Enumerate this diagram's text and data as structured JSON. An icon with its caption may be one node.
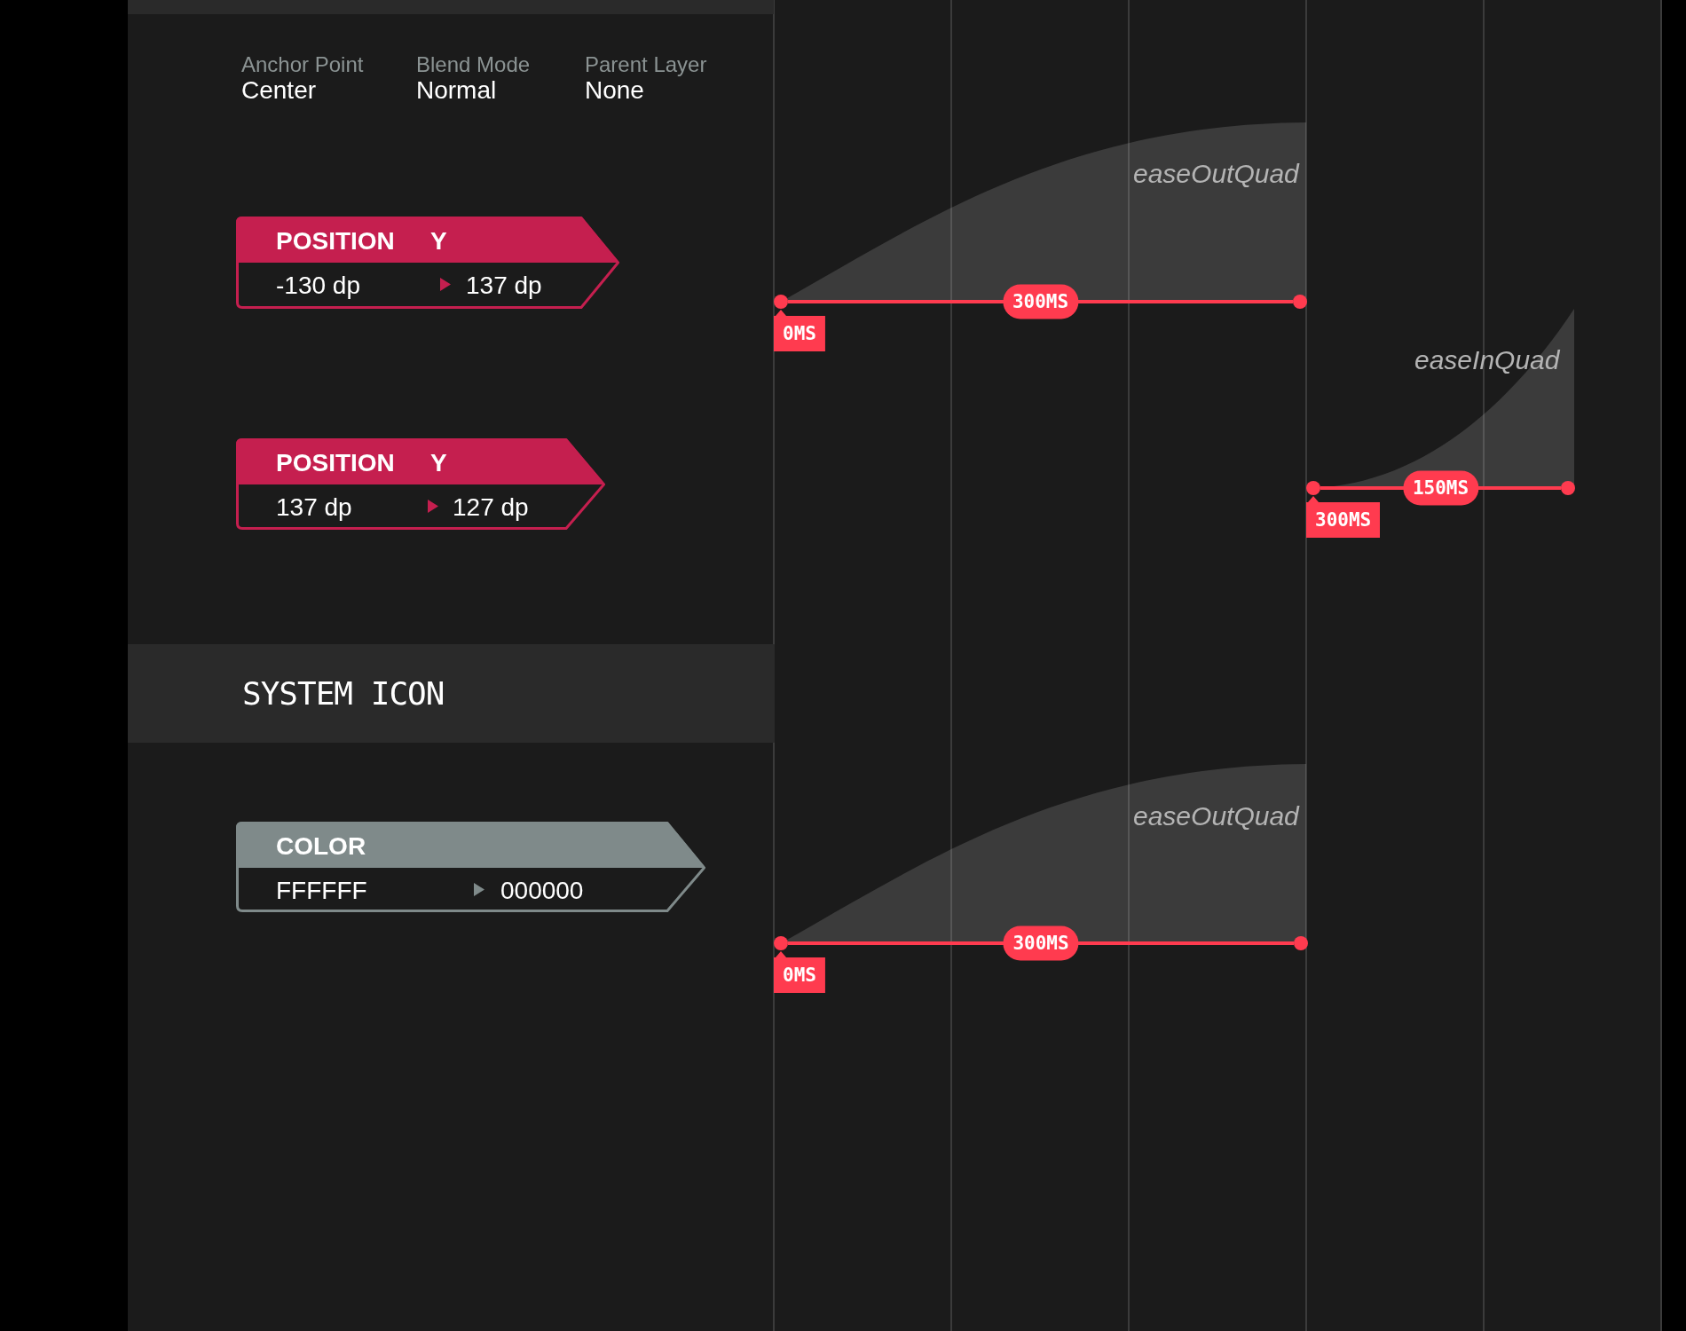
{
  "diagram": {
    "nodes": [
      {
        "text": [],
        "shape": "bar"
      },
      {
        "text": [
          "POSITION",
          "Y",
          "-130 dp",
          "137 dp"
        ]
      },
      {
        "text": [],
        "shape": "circle",
        "beside": [
          "0MS"
        ]
      },
      {
        "text": [],
        "shape": "circle"
      },
      {
        "text": [
          "POSITION",
          "Y",
          "137 dp",
          "127 dp"
        ]
      },
      {
        "text": [],
        "shape": "circle",
        "beside": [
          "300MS"
        ]
      },
      {
        "text": [],
        "shape": "circle"
      },
      {
        "text": [
          "SYSTEM ICON"
        ]
      },
      {
        "text": [
          "COLOR",
          "FFFFFF",
          "000000"
        ]
      },
      {
        "text": [],
        "shape": "circle",
        "beside": [
          "0MS"
        ]
      },
      {
        "text": [],
        "shape": "circle"
      }
    ],
    "edges": [
      {
        "from": 2,
        "to": 3,
        "arrow": "none",
        "label": "300MS"
      },
      {
        "from": 5,
        "to": 6,
        "arrow": "none",
        "label": "150MS"
      },
      {
        "from": 9,
        "to": 10,
        "arrow": "none",
        "label": "300MS"
      }
    ],
    "labels": [
      "Anchor Point",
      "Center",
      "Blend Mode",
      "Normal",
      "Parent Layer",
      "None",
      "easeOutQuad",
      "easeInQuad",
      "easeOutQuad"
    ]
  }
}
